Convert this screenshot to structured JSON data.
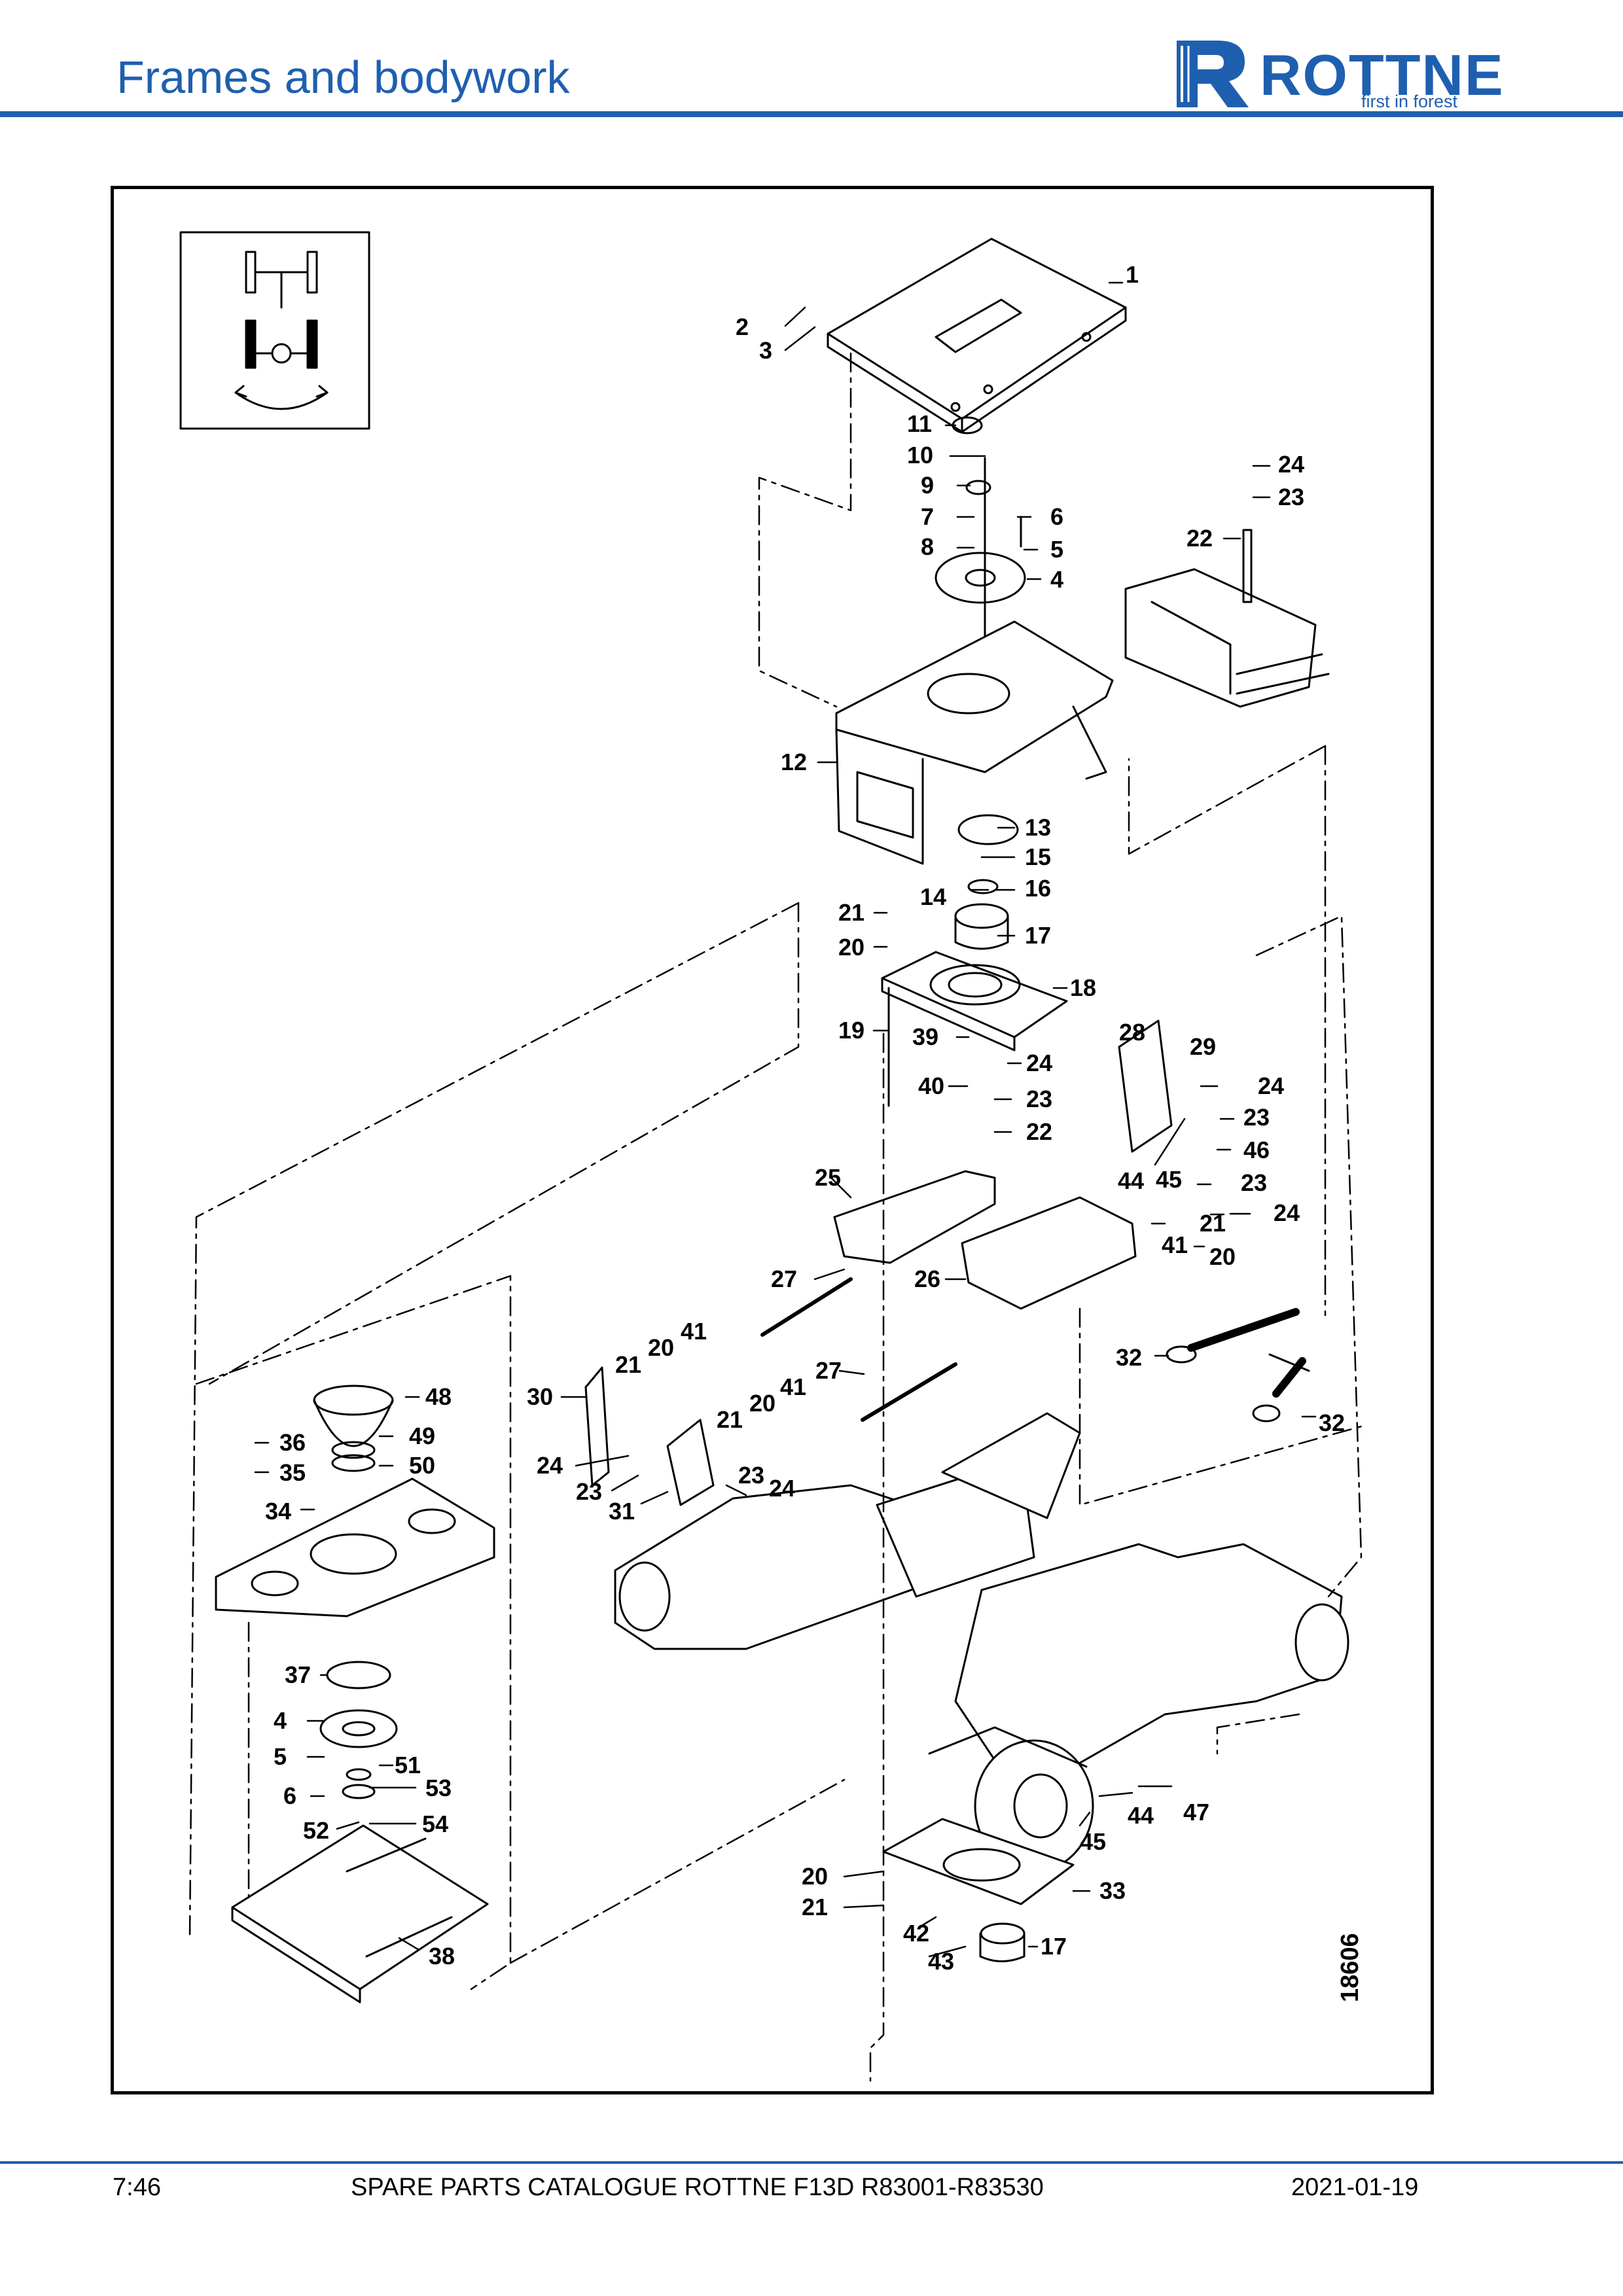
{
  "header": {
    "title": "Frames and bodywork",
    "brand_name": "ROTTNE",
    "brand_tagline": "first in forest",
    "accent_color": "#1f5fb0"
  },
  "diagram": {
    "drawing_number": "18606",
    "callouts": [
      {
        "id": "c1",
        "text": "1"
      },
      {
        "id": "c2",
        "text": "2"
      },
      {
        "id": "c3",
        "text": "3"
      },
      {
        "id": "c11",
        "text": "11"
      },
      {
        "id": "c10",
        "text": "10"
      },
      {
        "id": "c9",
        "text": "9"
      },
      {
        "id": "c7",
        "text": "7"
      },
      {
        "id": "c8",
        "text": "8"
      },
      {
        "id": "c6a",
        "text": "6"
      },
      {
        "id": "c5a",
        "text": "5"
      },
      {
        "id": "c4a",
        "text": "4"
      },
      {
        "id": "c24a",
        "text": "24"
      },
      {
        "id": "c23a",
        "text": "23"
      },
      {
        "id": "c22a",
        "text": "22"
      },
      {
        "id": "c12",
        "text": "12"
      },
      {
        "id": "c13",
        "text": "13"
      },
      {
        "id": "c15",
        "text": "15"
      },
      {
        "id": "c14",
        "text": "14"
      },
      {
        "id": "c16",
        "text": "16"
      },
      {
        "id": "c21a",
        "text": "21"
      },
      {
        "id": "c17a",
        "text": "17"
      },
      {
        "id": "c20a",
        "text": "20"
      },
      {
        "id": "c18",
        "text": "18"
      },
      {
        "id": "c19",
        "text": "19"
      },
      {
        "id": "c39",
        "text": "39"
      },
      {
        "id": "c28",
        "text": "28"
      },
      {
        "id": "c29",
        "text": "29"
      },
      {
        "id": "c24b",
        "text": "24"
      },
      {
        "id": "c40",
        "text": "40"
      },
      {
        "id": "c23b",
        "text": "23"
      },
      {
        "id": "c24c",
        "text": "24"
      },
      {
        "id": "c23c",
        "text": "23"
      },
      {
        "id": "c22b",
        "text": "22"
      },
      {
        "id": "c46",
        "text": "46"
      },
      {
        "id": "c25",
        "text": "25"
      },
      {
        "id": "c44a",
        "text": "44"
      },
      {
        "id": "c45a",
        "text": "45"
      },
      {
        "id": "c23d",
        "text": "23"
      },
      {
        "id": "c24d",
        "text": "24"
      },
      {
        "id": "c21b",
        "text": "21"
      },
      {
        "id": "c41a",
        "text": "41"
      },
      {
        "id": "c20b",
        "text": "20"
      },
      {
        "id": "c27a",
        "text": "27"
      },
      {
        "id": "c26",
        "text": "26"
      },
      {
        "id": "c41b",
        "text": "41"
      },
      {
        "id": "c20c",
        "text": "20"
      },
      {
        "id": "c21c",
        "text": "21"
      },
      {
        "id": "c32a",
        "text": "32"
      },
      {
        "id": "c27b",
        "text": "27"
      },
      {
        "id": "c48",
        "text": "48"
      },
      {
        "id": "c30",
        "text": "30"
      },
      {
        "id": "c41c",
        "text": "41"
      },
      {
        "id": "c20d",
        "text": "20"
      },
      {
        "id": "c21d",
        "text": "21"
      },
      {
        "id": "c32b",
        "text": "32"
      },
      {
        "id": "c36",
        "text": "36"
      },
      {
        "id": "c49",
        "text": "49"
      },
      {
        "id": "c35",
        "text": "35"
      },
      {
        "id": "c50",
        "text": "50"
      },
      {
        "id": "c24e",
        "text": "24"
      },
      {
        "id": "c23e",
        "text": "23"
      },
      {
        "id": "c24f",
        "text": "24"
      },
      {
        "id": "c23f",
        "text": "23"
      },
      {
        "id": "c31",
        "text": "31"
      },
      {
        "id": "c34",
        "text": "34"
      },
      {
        "id": "c37",
        "text": "37"
      },
      {
        "id": "c4b",
        "text": "4"
      },
      {
        "id": "c5b",
        "text": "5"
      },
      {
        "id": "c51",
        "text": "51"
      },
      {
        "id": "c6b",
        "text": "6"
      },
      {
        "id": "c53",
        "text": "53"
      },
      {
        "id": "c52",
        "text": "52"
      },
      {
        "id": "c54",
        "text": "54"
      },
      {
        "id": "c44b",
        "text": "44"
      },
      {
        "id": "c47",
        "text": "47"
      },
      {
        "id": "c45b",
        "text": "45"
      },
      {
        "id": "c20e",
        "text": "20"
      },
      {
        "id": "c33",
        "text": "33"
      },
      {
        "id": "c21e",
        "text": "21"
      },
      {
        "id": "c42",
        "text": "42"
      },
      {
        "id": "c17b",
        "text": "17"
      },
      {
        "id": "c43",
        "text": "43"
      },
      {
        "id": "c38",
        "text": "38"
      }
    ]
  },
  "footer": {
    "page_number": "7:46",
    "catalogue_title": "SPARE PARTS CATALOGUE ROTTNE F13D R83001-R83530",
    "date": "2021-01-19"
  }
}
